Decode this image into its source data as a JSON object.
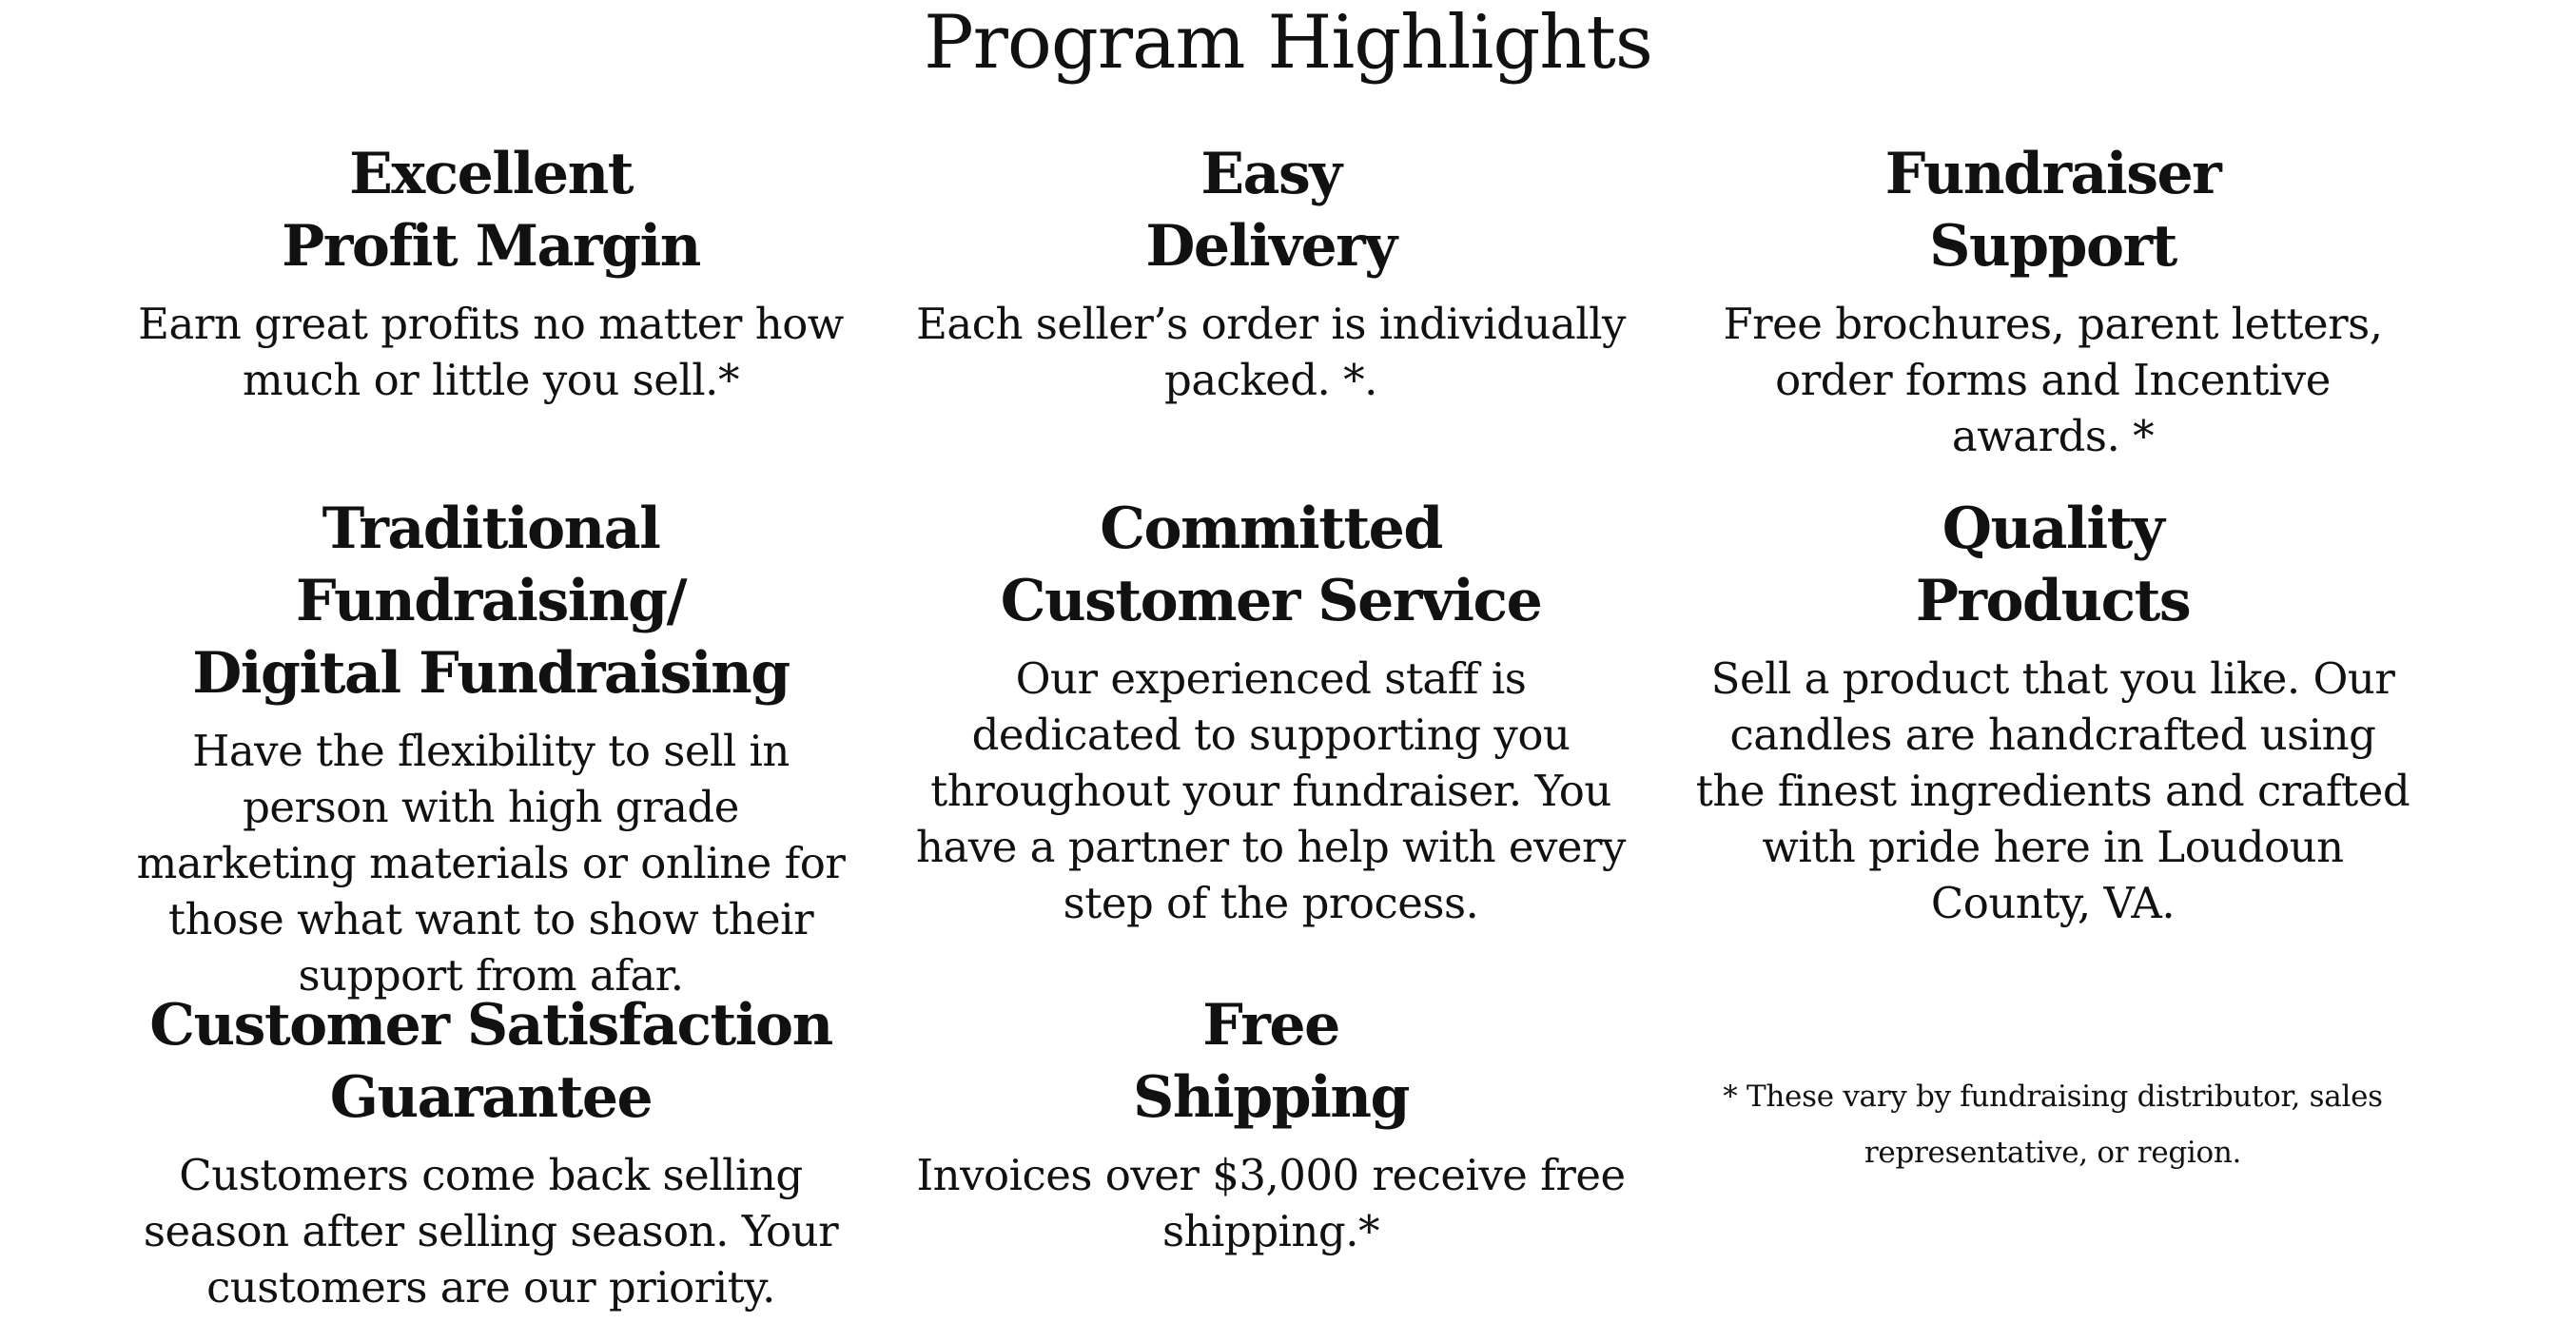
{
  "page": {
    "title": "Program Highlights"
  },
  "highlights": [
    {
      "heading_line1": "Excellent",
      "heading_line2": "Profit Margin",
      "body": "Earn great profits no matter how much or little you sell.*"
    },
    {
      "heading_line1": "Easy",
      "heading_line2": "Delivery",
      "body": "Each seller’s order is individually packed. *."
    },
    {
      "heading_line1": "Fundraiser",
      "heading_line2": "Support",
      "body": "Free brochures, parent letters, order forms and Incentive awards. *"
    },
    {
      "heading_line1": "Traditional Fundraising/",
      "heading_line2": "Digital Fundraising",
      "body": "Have the flexibility to sell in person with high grade marketing materials or online for those what want to show their support from afar."
    },
    {
      "heading_line1": "Committed",
      "heading_line2": "Customer Service",
      "body": "Our experienced staff is dedicated to supporting you throughout your fundraiser. You have a partner to help with every step of the process."
    },
    {
      "heading_line1": "Quality",
      "heading_line2": "Products",
      "body": "Sell a product that you like. Our candles are handcrafted using the finest ingredients and crafted with pride here in Loudoun County, VA."
    },
    {
      "heading_line1": "Customer Satisfaction",
      "heading_line2": "Guarantee",
      "body": "Customers come back selling season after selling season. Your customers are our priority."
    },
    {
      "heading_line1": "Free",
      "heading_line2": "Shipping",
      "body": "Invoices over $3,000 receive free shipping.*"
    }
  ],
  "footnote": {
    "text": "* These vary by fundraising distributor, sales representative, or region."
  }
}
